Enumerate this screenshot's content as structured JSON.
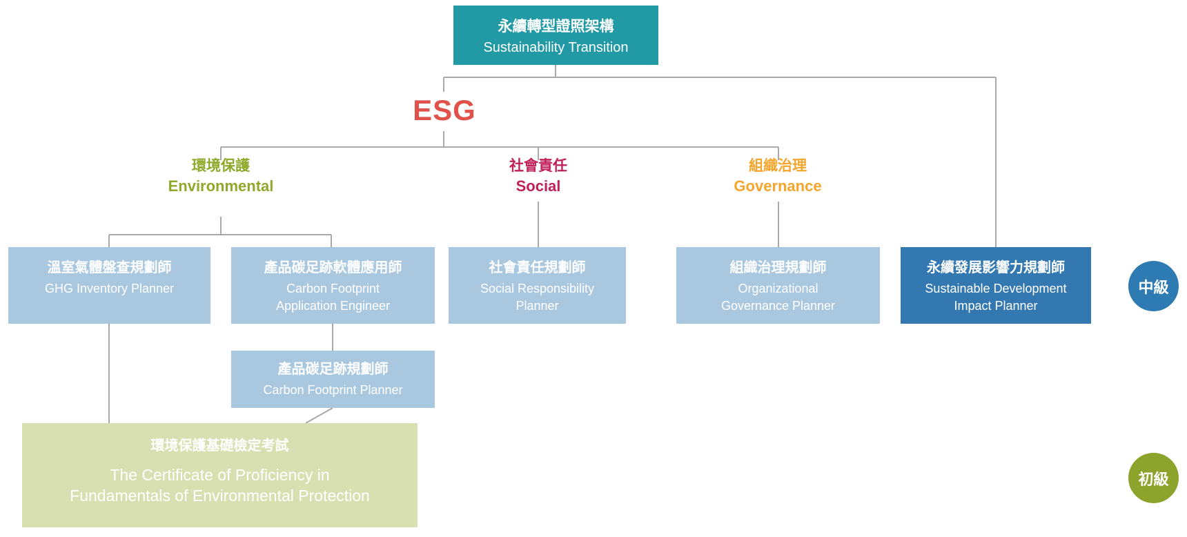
{
  "diagram_title": {
    "zh": "永續轉型證照架構",
    "en": "Sustainability Transition"
  },
  "esg_label": "ESG",
  "pillars": [
    {
      "id": "environmental",
      "zh": "環境保護",
      "en": "Environmental"
    },
    {
      "id": "social",
      "zh": "社會責任",
      "en": "Social"
    },
    {
      "id": "governance",
      "zh": "組織治理",
      "en": "Governance"
    }
  ],
  "certifications": {
    "ghg": {
      "zh": "溫室氣體盤查規劃師",
      "en": "GHG Inventory Planner"
    },
    "carbon_footprint_app": {
      "zh": "產品碳足跡軟體應用師",
      "en": "Carbon Footprint\nApplication Engineer"
    },
    "social": {
      "zh": "社會責任規劃師",
      "en": "Social Responsibility\nPlanner"
    },
    "governance": {
      "zh": "組織治理規劃師",
      "en": "Organizational\nGovernance Planner"
    },
    "sustainable_impact": {
      "zh": "永續發展影響力規劃師",
      "en": "Sustainable Development\nImpact Planner"
    },
    "carbon_footprint_planner": {
      "zh": "產品碳足跡規劃師",
      "en": "Carbon Footprint Planner"
    },
    "foundation_exam": {
      "zh": "環境保護基礎檢定考試",
      "en": "The Certificate of Proficiency in\nFundamentals of Environmental Protection"
    }
  },
  "levels": {
    "intermediate": "中級",
    "beginner": "初級"
  },
  "colors": {
    "teal": "#229AA5",
    "esg-red": "#E0514B",
    "env-green": "#8FA92B",
    "soc-red": "#C11F57",
    "gov-orange": "#F6A52C",
    "light-blue": "#A9C8E0",
    "dark-blue": "#3478B1",
    "mid-blue": "#2E7BB4",
    "beg-green": "#8CA32C",
    "light-green": "#D8E0B2",
    "line": "#A9A9A9"
  }
}
